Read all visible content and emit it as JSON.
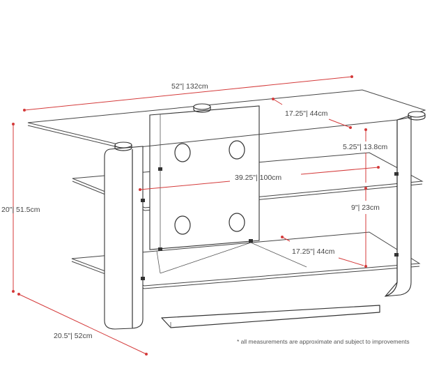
{
  "dimensions": {
    "width": "52\"| 132cm",
    "height": "20\"| 51.5cm",
    "depth": "20.5\"| 52cm",
    "top_shelf_depth": "17.25\"| 44cm",
    "top_gap": "5.25\"| 13.8cm",
    "shelf_width": "39.25\"| 100cm",
    "shelf_gap": "9\"| 23cm",
    "bottom_shelf_depth": "17.25\"| 44cm"
  },
  "footnote": "* all measurements are approximate and subject to improvements",
  "colors": {
    "line": "#333333",
    "dimension": "#d43a3a",
    "text": "#444444"
  }
}
